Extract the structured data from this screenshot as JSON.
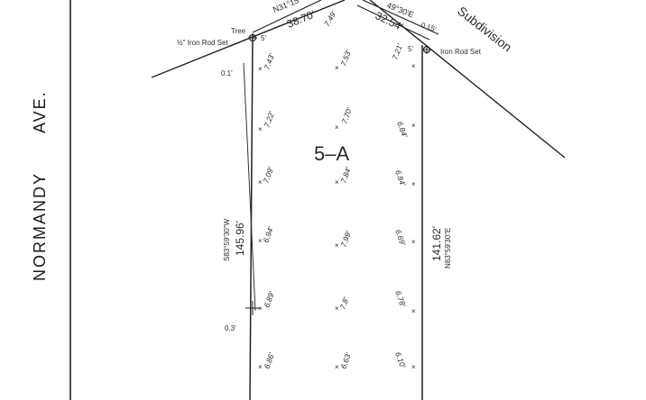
{
  "street": {
    "name": "NORMANDY",
    "suffix": "AVE."
  },
  "lot": {
    "label": "5–A"
  },
  "top_boundary": {
    "bearing": "N31°15'",
    "distance": "38.70'",
    "elev": "7.49'"
  },
  "right_top": {
    "bearing": "49°30'E",
    "distance": "32.54'",
    "offset": "0.15'",
    "subdivision": "Subdivision"
  },
  "left_line": {
    "bearing": "S83°59'30\"W",
    "distance": "145.96'"
  },
  "right_line": {
    "bearing": "N83°59'30\"E",
    "distance": "141.62'"
  },
  "markers": {
    "tree": "Tree",
    "left_iron": "½\" Iron Rod Set",
    "right_iron": "Iron Rod Set",
    "left_five": "5'",
    "right_five": "5'",
    "off_top": "0.1'",
    "off_bottom": "0.3'"
  },
  "elevations": {
    "col1": [
      "7.43'",
      "7.22'",
      "7.09'",
      "6.94'",
      "6.89'",
      "6.86'"
    ],
    "col2": [
      "7.53'",
      "7.70'",
      "7.84'",
      "7.99'",
      "7.8'",
      "6.63'"
    ],
    "col3": [
      "7.21'",
      "6.84'",
      "6.84'",
      "6.69'",
      "6.78'",
      "6.10'"
    ]
  }
}
